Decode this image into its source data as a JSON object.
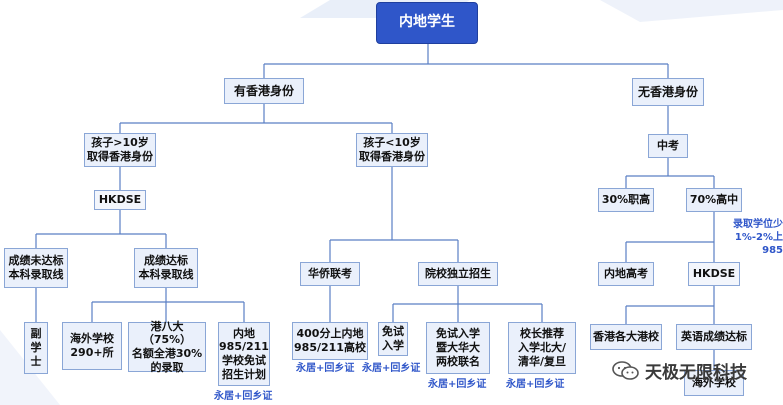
{
  "root": "内地学生",
  "with_hk_id": "有香港身份",
  "without_hk_id": "无香港身份",
  "child_over10": "孩子>10岁\n取得香港身份",
  "child_under10": "孩子<10岁\n取得香港身份",
  "hkdse_left": "HKDSE",
  "below_bachelor": "成绩未达标\n本科录取线",
  "meet_bachelor": "成绩达标\n本科录取线",
  "associate_degree": "副\n学\n士",
  "overseas_schools": "海外学校\n290+所",
  "hk_eight": "港八大（75%）\n名额全港30%\n的录取",
  "mainland_985": "内地\n985/211\n学校免试\n招生计划",
  "overseas_exam": "华侨联考",
  "independent_enroll": "院校独立招生",
  "score_400": "400分上内地\n985/211高校",
  "exam_free": "免试\n入学",
  "exam_free_pkuth": "免试入学\n暨大华大\n两校联名",
  "principal_recommend": "校长推荐\n入学北大/\n清华/复旦",
  "zhongkao": "中考",
  "vocational_30": "30%职高",
  "high_school_70": "70%高中",
  "mainland_gaokao": "内地高考",
  "hkdse_right": "HKDSE",
  "hk_universities": "香港各大港校",
  "english_meet": "英语成绩达标",
  "overseas_school_right": "海外学校",
  "admission_note": "录取学位少\n1%-2%上985",
  "residence_notes": [
    "永居+回乡证",
    "永居+回乡证",
    "永居+回乡证",
    "永居+回乡证",
    "永居+回乡证"
  ],
  "watermark": "天极无限科技",
  "watermark_icon": "wechat-icon",
  "colors": {
    "accent": "#2f56c9",
    "box_fill": "#eaf0fb",
    "box_border": "#8aa6d6",
    "line": "#5a7fc4"
  }
}
